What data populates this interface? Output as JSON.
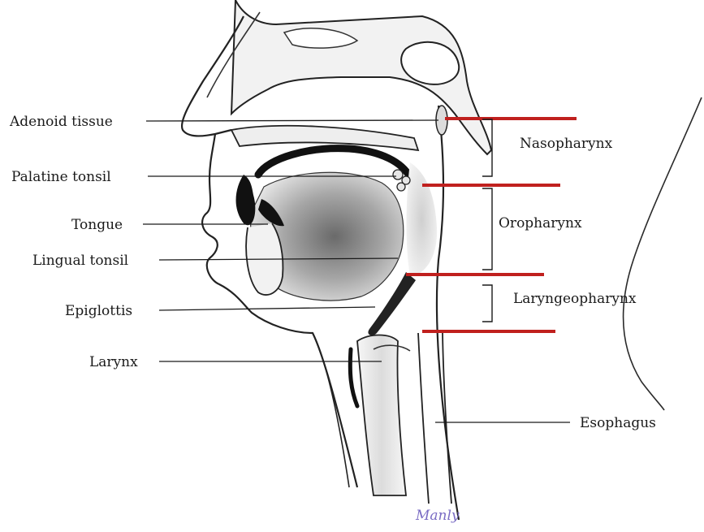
{
  "labels": {
    "adenoid": "Adenoid tissue",
    "palatine": "Palatine tonsil",
    "tongue": "Tongue",
    "lingual": "Lingual tonsil",
    "epiglottis": "Epiglottis",
    "larynx": "Larynx",
    "esophagus": "Esophagus"
  },
  "regions": {
    "nasopharynx": "Nasopharynx",
    "oropharynx": "Oropharynx",
    "laryngopharynx": "Laryngeopharynx"
  },
  "signature": "Manly",
  "colors": {
    "boundary": "#c0201e",
    "ink": "#1a1a1a",
    "signature": "#7a6cc4"
  }
}
